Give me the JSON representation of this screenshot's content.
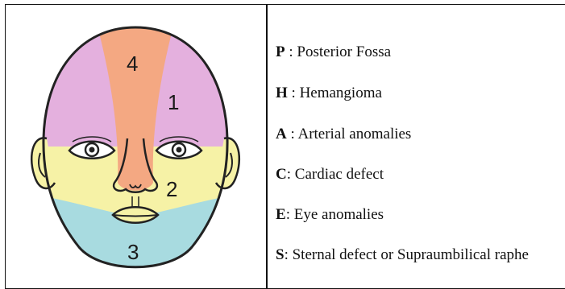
{
  "figure": {
    "zones": [
      {
        "label": "4",
        "color": "#f4a882"
      },
      {
        "label": "1",
        "color": "#e4b0de"
      },
      {
        "label": "2",
        "color": "#f6f2a6"
      },
      {
        "label": "3",
        "color": "#a8dbe0"
      }
    ]
  },
  "legend": {
    "items": [
      {
        "letter": "P",
        "sep": " : ",
        "text": "Posterior Fossa"
      },
      {
        "letter": "H",
        "sep": " : ",
        "text": "Hemangioma"
      },
      {
        "letter": "A",
        "sep": " : ",
        "text": "Arterial anomalies"
      },
      {
        "letter": "C",
        "sep": ": ",
        "text": "Cardiac defect"
      },
      {
        "letter": "E",
        "sep": ": ",
        "text": "Eye anomalies"
      },
      {
        "letter": "S",
        "sep": ": ",
        "text": "Sternal defect or Supraumbilical raphe"
      }
    ]
  }
}
